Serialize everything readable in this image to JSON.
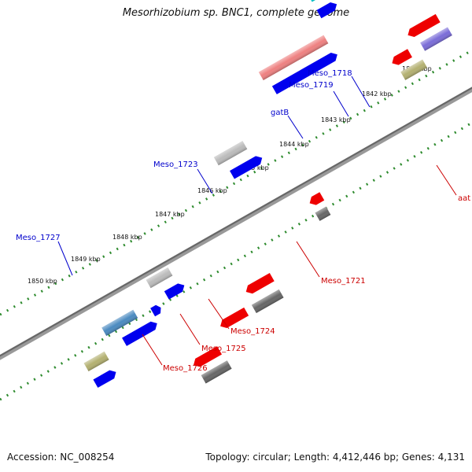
{
  "title": "Mesorhizobium sp. BNC1, complete genome",
  "footer": {
    "accession": "Accession: NC_008254",
    "summary": "Topology: circular; Length: 4,412,446 bp; Genes: 4,131"
  },
  "ruler_labels": [
    "1841 kbp",
    "1842 kbp",
    "1843 kbp",
    "1844 kbp",
    "1845 kbp",
    "1846 kbp",
    "1847 kbp",
    "1848 kbp",
    "1849 kbp",
    "1850 kbp"
  ],
  "gene_labels_top": [
    "Meso_1718",
    "Meso_1719",
    "gatB",
    "Meso_1723",
    "Meso_1727"
  ],
  "gene_labels_bottom": [
    "aat",
    "Meso_1721",
    "Meso_1724",
    "Meso_1725",
    "Meso_1726"
  ],
  "colors": {
    "forward_strand_genes": "#0000ee",
    "reverse_strand_genes": "#ee0000",
    "rrna_like": "#ee8080",
    "gray_gene": "#666666",
    "light_gray_gene": "#bbbbbb",
    "cyan_gene": "#00e5ee",
    "steelblue_gene": "#4a8ac0",
    "olive_gene": "#b3b070",
    "violet_gene": "#7a6cd8",
    "top_label": "#0000cc",
    "bottom_label": "#cc0000",
    "tick_dots": "#2e8b2e",
    "backbone": "#777777"
  }
}
